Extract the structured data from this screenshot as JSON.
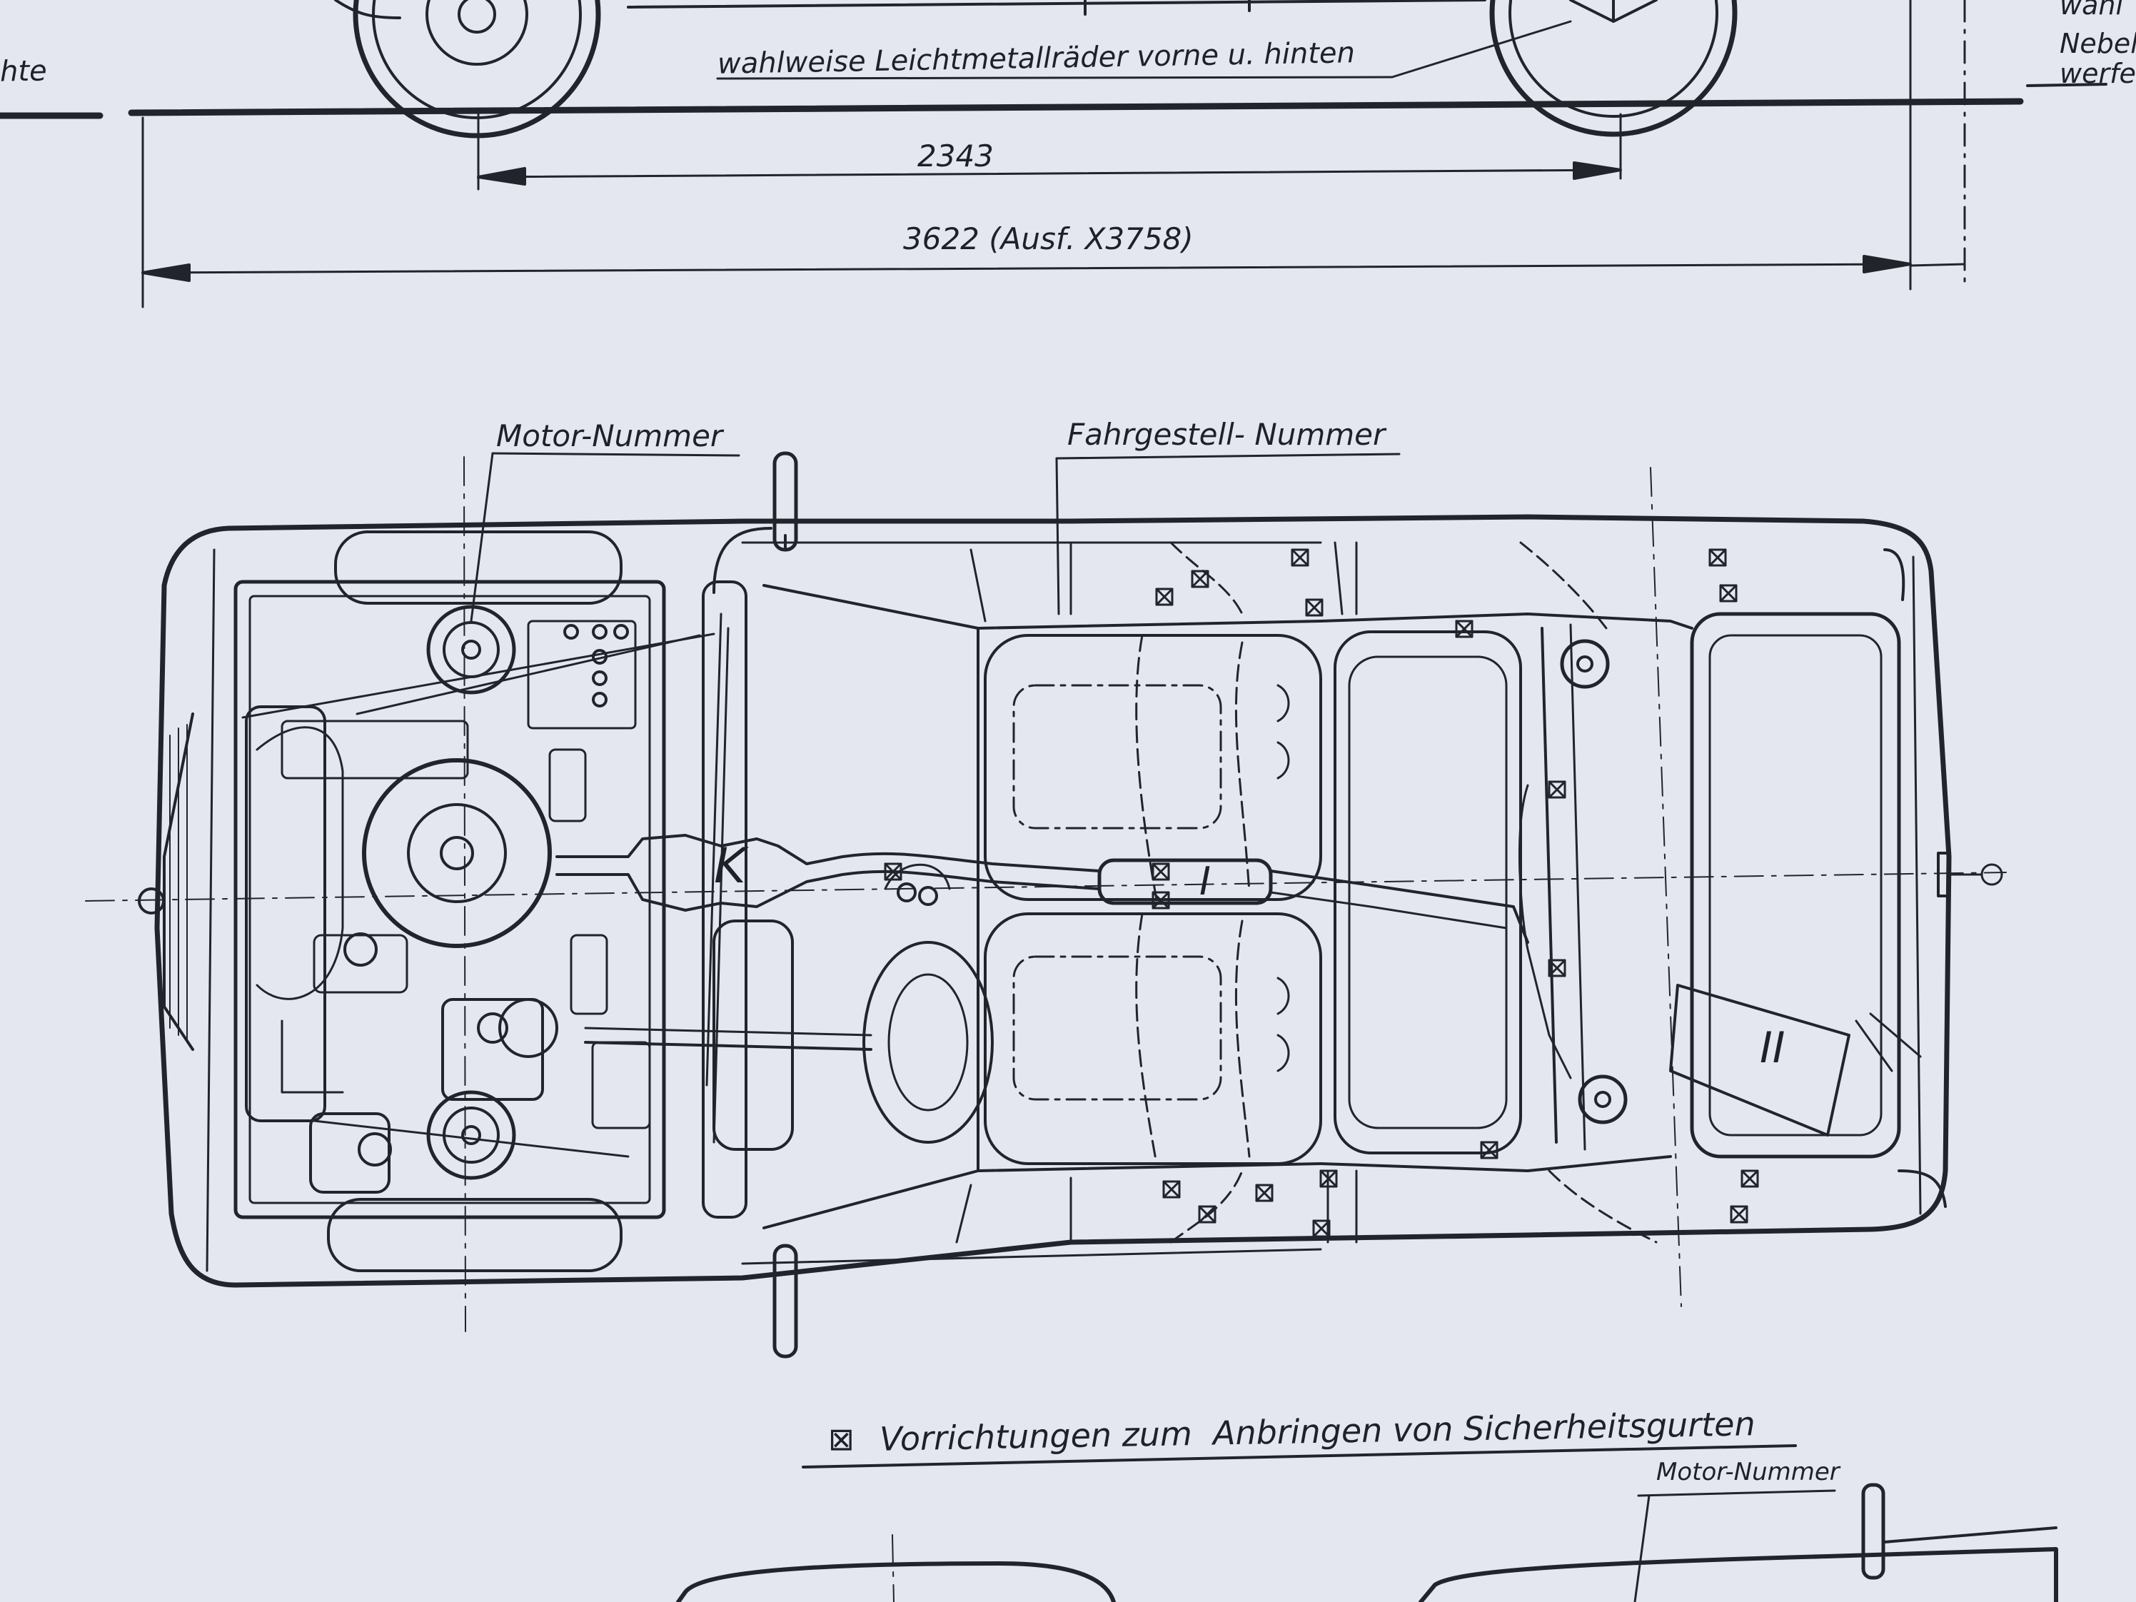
{
  "side_view": {
    "left_cut_label": "hte",
    "wheel_note": "wahlweise Leichtmetallräder vorne u. hinten",
    "dim_wheelbase": "2343",
    "dim_length": "3622 (Ausf. X3758)",
    "right_cut_lines": [
      "wahl",
      "Nebel",
      "werfe"
    ]
  },
  "top_view": {
    "label_motor_number": "Motor-Nummer",
    "label_chassis_number": "Fahrgestell- Nummer",
    "mark_k": "K",
    "mark_i": "I",
    "mark_ii": "II"
  },
  "legend": {
    "text": "Vorrichtungen zum  Anbringen von Sicherheitsgurten",
    "symbol": "⊠"
  },
  "bottom_view": {
    "label_motor_number": "Motor-Nummer"
  },
  "colors": {
    "paper": "#e4e7f0",
    "ink": "#1f2128"
  }
}
